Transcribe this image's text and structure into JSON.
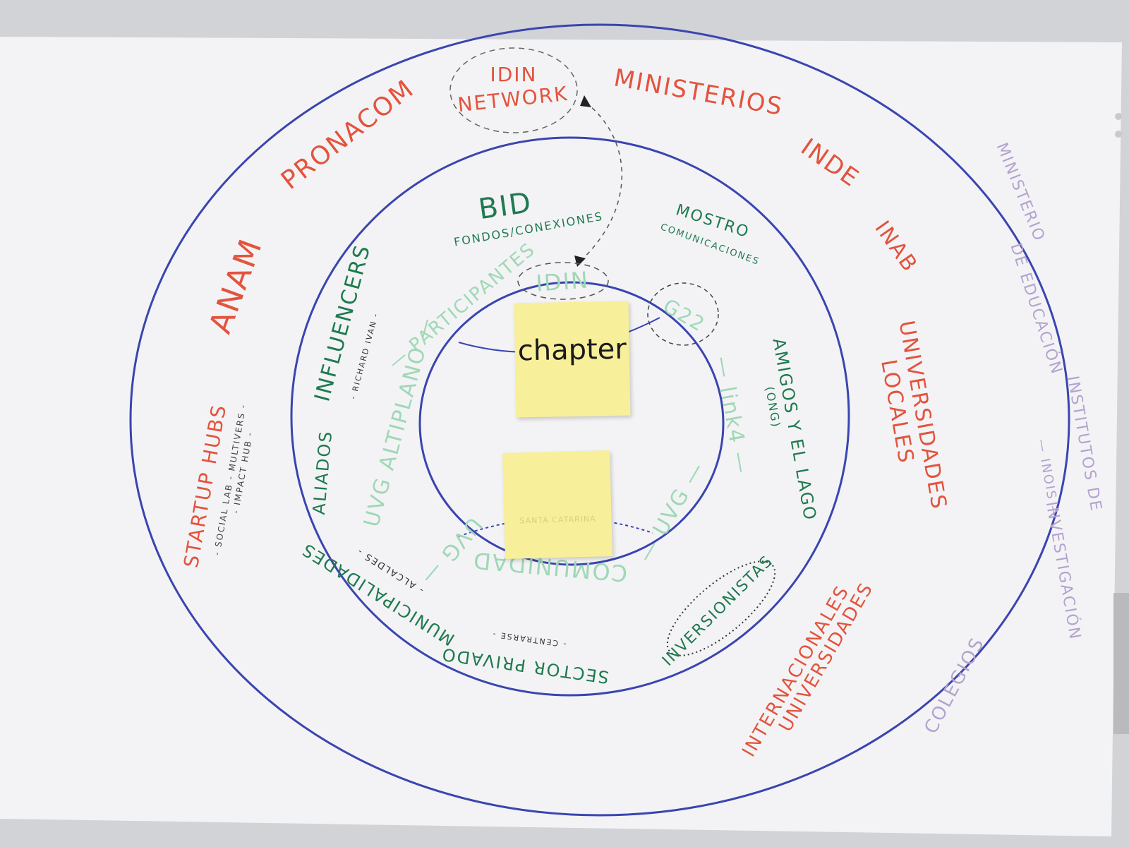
{
  "colors": {
    "ring": "#3a45b0",
    "outer_labels": "#e4533d",
    "middle_labels": "#1f7a4f",
    "inner_labels": "#9fd8b6",
    "outside_labels": "#b3a3cf",
    "sticky": "#f8ef9a"
  },
  "outer_ring": {
    "labels": {
      "idin_network_1": "IDIN",
      "idin_network_2": "NETWORK",
      "ministerios": "MINISTERIOS",
      "pronacom": "PRONACOM",
      "inde": "INDE",
      "inab": "INAB",
      "anam": "ANAM",
      "startup_hubs": "STARTUP HUBS",
      "startup_hubs_sub1": "- SOCIAL LAB - MULTIVERS -",
      "startup_hubs_sub2": "- IMPACT HUB -",
      "universidades_locales_1": "UNIVERSIDADES",
      "universidades_locales_2": "LOCALES",
      "universidades_intl_1": "UNIVERSIDADES",
      "universidades_intl_2": "INTERNACIONALES"
    }
  },
  "outside": {
    "labels": {
      "ministerio_1": "MINISTERIO",
      "ministerio_2": "DE EDUCACIÓN",
      "institutos_1": "INSTITUTOS DE",
      "institutos_2": "INVESTIGACIÓN",
      "inois": "— INOIS —",
      "colegios": "COLEGIOS"
    }
  },
  "middle_ring": {
    "labels": {
      "bid": "BID",
      "bid_sub": "FONDOS/CONEXIONES",
      "mostro": "MOSTRO",
      "mostro_sub": "COMUNICACIONES",
      "influencers": "INFLUENCERS",
      "influencers_sub": "- RICHARD IVAN -",
      "aliados": "ALIADOS",
      "amigos_1": "AMIGOS Y EL LAGO",
      "amigos_2": "(ONG)",
      "municipalidades": "MUNICIPALIDADES",
      "municipalidades_sub": "- ALCALDES -",
      "sector_privado": "SECTOR PRIVADO",
      "sector_privado_sub": "- CENTRARSE -",
      "inversionistas": "INVERSIONISTAS"
    }
  },
  "inner_ring": {
    "labels": {
      "idin": "IDIN",
      "participantes": "— PARTICIPANTES",
      "g22": "G22",
      "link4": "— link4 —",
      "uvg_altiplano": "UVG ALTIPLANO —",
      "uvg": "— UVG —",
      "comunidad": "COMUNIDAD",
      "uvg_left": "UVG —"
    }
  },
  "stickies": {
    "top": {
      "label": "chapter"
    },
    "bottom": {
      "faint": "SANTA CATARINA"
    }
  }
}
